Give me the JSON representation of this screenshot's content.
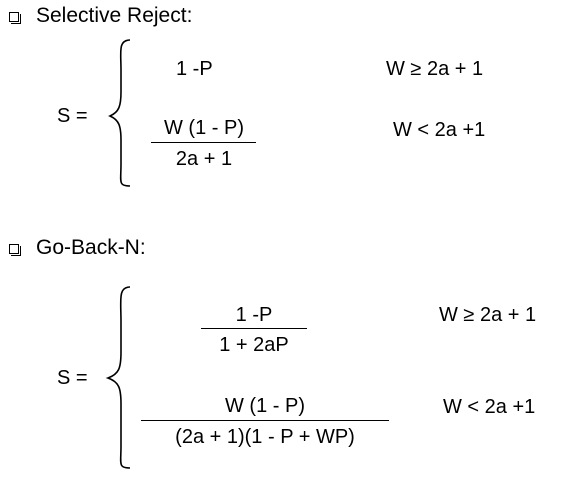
{
  "section1": {
    "heading": "Selective Reject:",
    "lhs": "S =",
    "case1_expr": "1 -P",
    "case1_cond": "W ≥ 2a + 1",
    "case2_num": "W (1 - P)",
    "case2_den": "2a + 1",
    "case2_cond": "W < 2a +1"
  },
  "section2": {
    "heading": "Go-Back-N:",
    "lhs": "S =",
    "case1_num": "1 -P",
    "case1_den": "1 + 2aP",
    "case1_cond": "W ≥ 2a + 1",
    "case2_num": "W (1 - P)",
    "case2_den": "(2a + 1)(1 - P + WP)",
    "case2_cond": "W < 2a +1"
  }
}
